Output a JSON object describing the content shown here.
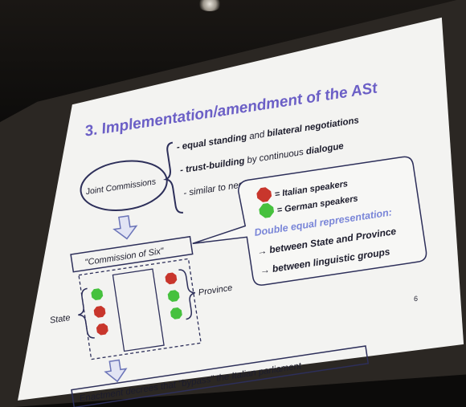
{
  "slide": {
    "title": "3. Implementation/amendment of the ASt",
    "joint_commissions": "Joint Commissions",
    "bullets": [
      {
        "bold": "- equal standing",
        "rest": " and ",
        "bold2": "bilateral negotiations"
      },
      {
        "bold": "- trust-building",
        "rest": " by continuous ",
        "bold2": "dialogue"
      },
      {
        "bold": "",
        "rest": "- similar to negotiations at international level",
        "bold2": ""
      }
    ],
    "legend": {
      "italian": "= Italian speakers",
      "german": "= German speakers"
    },
    "double_rep": "Double equal representation:",
    "between1": "→ between State and Province",
    "between2": "→ between linguistic groups",
    "commission": "\"Commission of Six\"",
    "state": "State",
    "province": "Province",
    "page_number": "6",
    "enactment": "Enactment decrees that \"bypass\" the Italian parliament",
    "colors": {
      "italian": "#c8362c",
      "german": "#46c13e",
      "accent": "#6b5fc6"
    }
  }
}
